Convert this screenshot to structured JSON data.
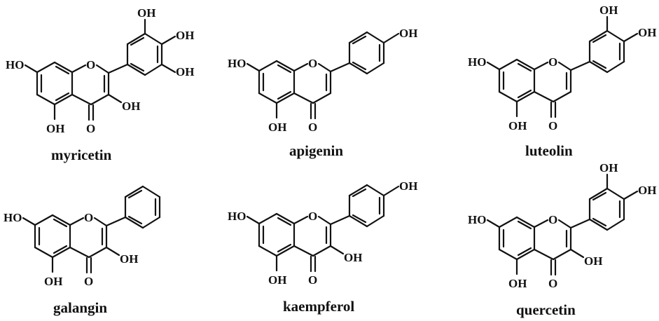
{
  "figure": {
    "title": "",
    "layout": "2 rows x 3 columns of flavonoid structural formulas",
    "atom_labels": {
      "hydroxyl": "OH",
      "hydroxyl_left": "HO",
      "ring_oxygen": "O",
      "carbonyl_oxygen": "O"
    },
    "compounds": [
      {
        "name": "myricetin",
        "row": 1,
        "col": 1,
        "c3_oh": true,
        "c2c3_double": true,
        "b_ring_substituents": [
          "3'-OH",
          "4'-OH",
          "5'-OH"
        ]
      },
      {
        "name": "apigenin",
        "row": 1,
        "col": 2,
        "c3_oh": false,
        "c2c3_double": true,
        "b_ring_substituents": [
          "4'-OH"
        ]
      },
      {
        "name": "luteolin",
        "row": 1,
        "col": 3,
        "c3_oh": false,
        "c2c3_double": true,
        "b_ring_substituents": [
          "3'-OH",
          "4'-OH"
        ]
      },
      {
        "name": "galangin",
        "row": 2,
        "col": 1,
        "c3_oh": true,
        "c2c3_double": true,
        "b_ring_substituents": []
      },
      {
        "name": "kaempferol",
        "row": 2,
        "col": 2,
        "c3_oh": true,
        "c2c3_double": true,
        "b_ring_substituents": [
          "4'-OH"
        ]
      },
      {
        "name": "quercetin",
        "row": 2,
        "col": 3,
        "c3_oh": true,
        "c2c3_double": true,
        "b_ring_substituents": [
          "3'-OH",
          "4'-OH"
        ]
      }
    ]
  }
}
